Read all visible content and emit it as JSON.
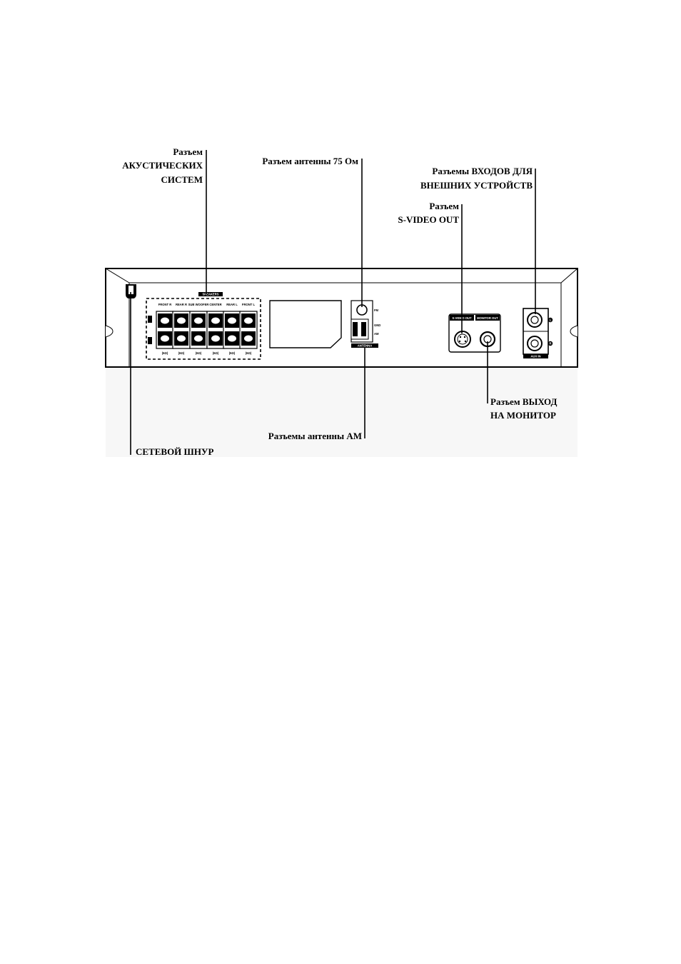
{
  "labels": {
    "speakers": [
      "Разъем",
      "АКУСТИЧЕСКИХ",
      "СИСТЕМ"
    ],
    "fm_antenna": "Разъем антенны 75 Ом",
    "aux_inputs": [
      "Разъемы ВХОДОВ ДЛЯ",
      "ВНЕШНИХ УСТРОЙСТВ"
    ],
    "svideo": [
      "Разъем",
      "S-VIDEO OUT"
    ],
    "monitor_out": [
      "Разъем ВЫХОД",
      "НА МОНИТОР"
    ],
    "am_antenna": "Разъемы антенны AM",
    "power_cord": "СЕТЕВОЙ ШНУР"
  },
  "panel": {
    "speaker_channels": [
      "FRONT R",
      "REAR R",
      "SUB WOOFER",
      "CENTER",
      "REAR L",
      "FRONT L"
    ],
    "speaker_impedance": [
      "(6Ω)",
      "(6Ω)",
      "(6Ω)",
      "(6Ω)",
      "(6Ω)",
      "(6Ω)"
    ],
    "speakers_header": "SPEAKERS",
    "fm": "FM",
    "gnd": "GND",
    "am": "AM",
    "antenna": "ANTENNA",
    "svideo_out": "S-VIDEO OUT",
    "monitor_out": "MONITOR OUT",
    "aux_in": "AUX IN",
    "aux_l": "L",
    "aux_r": "R"
  }
}
